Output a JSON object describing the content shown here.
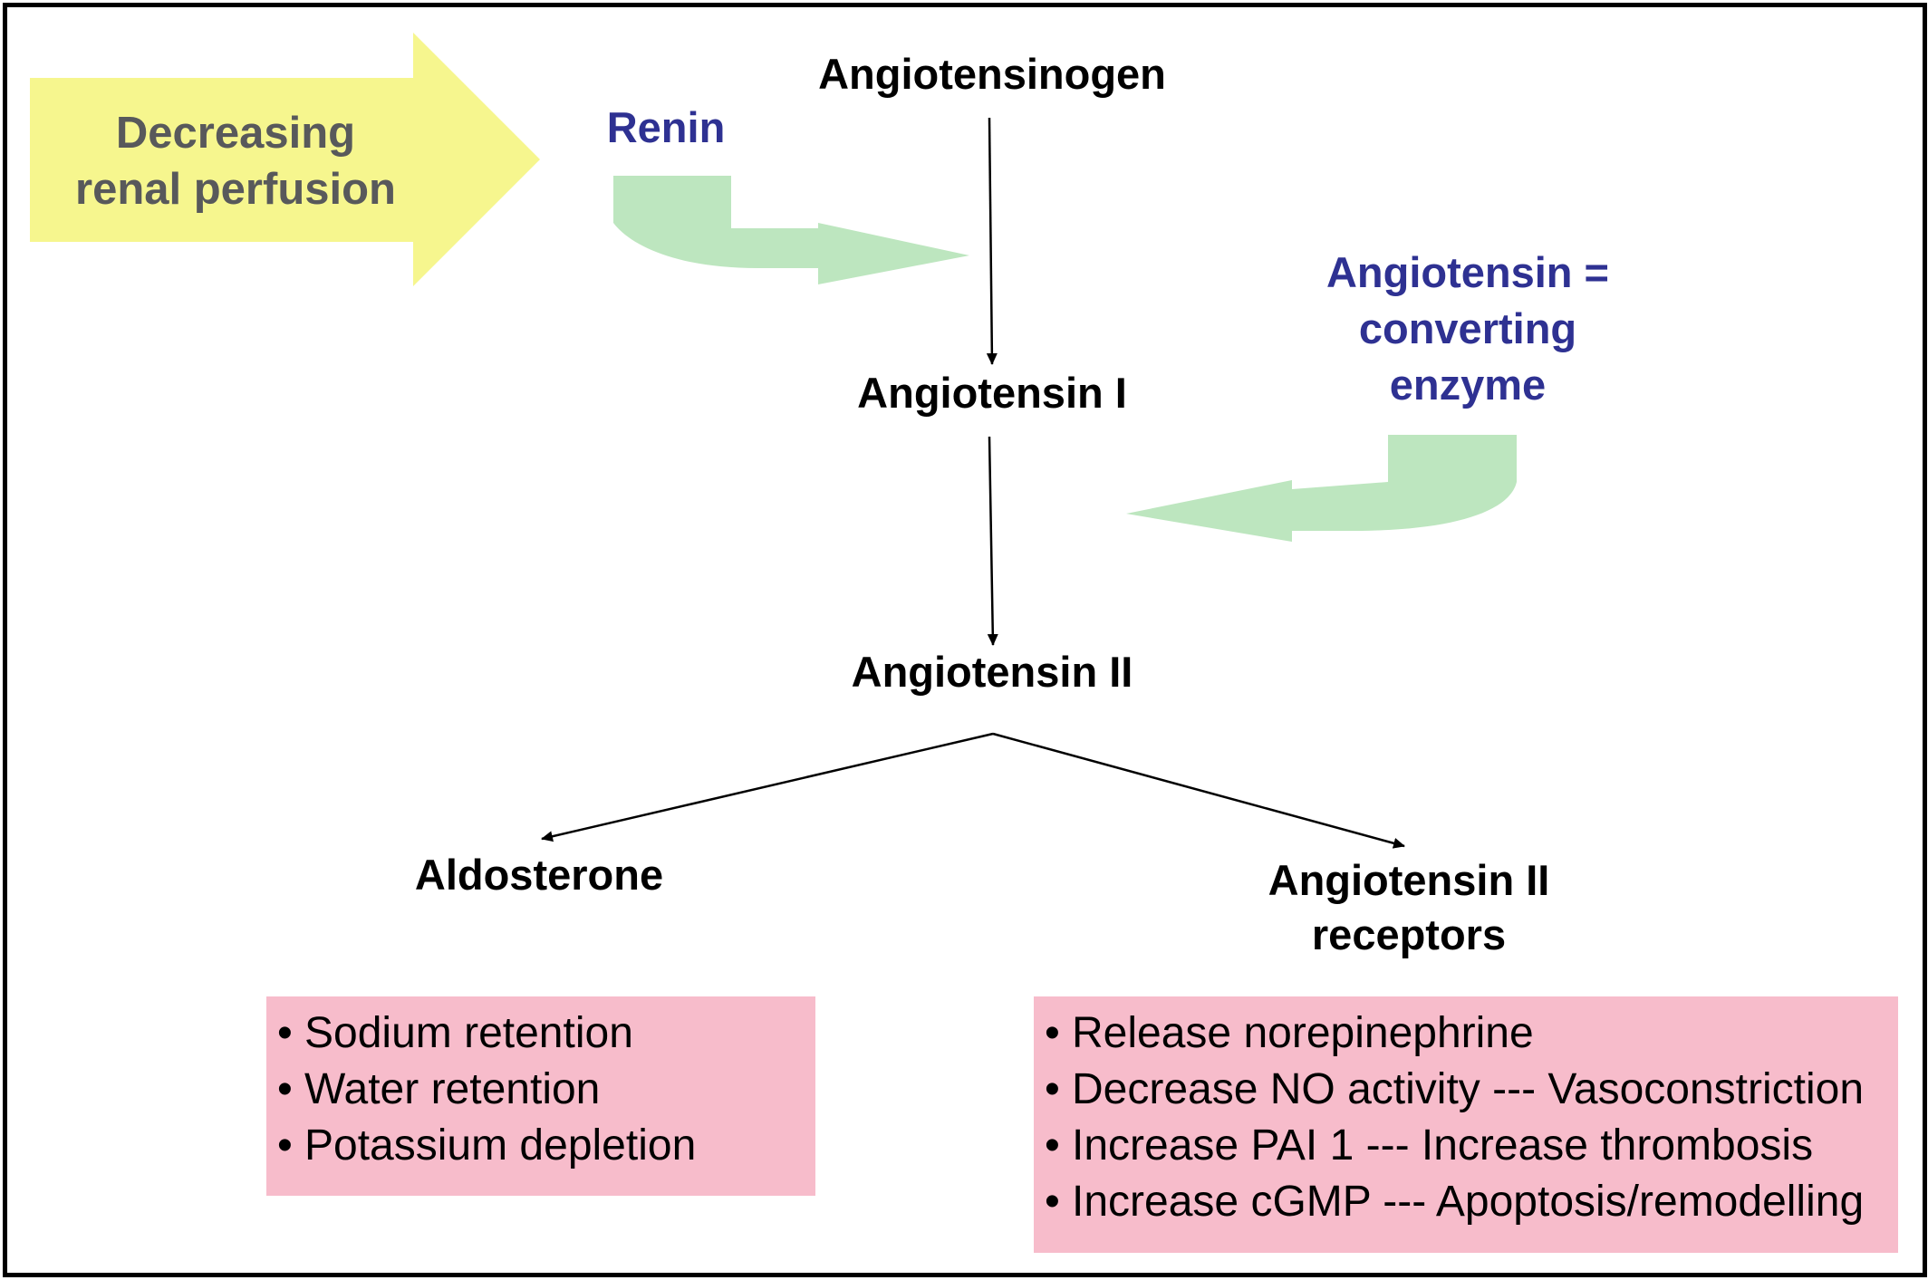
{
  "colors": {
    "yellow_arrow": "#f6f68e",
    "green_arrow": "#bde6bf",
    "pink_box": "#f7bccb",
    "enzyme_text": "#2e3192",
    "stimulus_text": "#58595b"
  },
  "stimulus": {
    "line1": "Decreasing",
    "line2": "renal perfusion"
  },
  "enzymes": {
    "renin": "Renin",
    "ace_line1": "Angiotensin =",
    "ace_line2": "converting",
    "ace_line3": "enzyme"
  },
  "nodes": {
    "angiotensinogen": "Angiotensinogen",
    "angiotensin_1": "Angiotensin I",
    "angiotensin_2": "Angiotensin II",
    "aldosterone": "Aldosterone",
    "receptors_line1": "Angiotensin II",
    "receptors_line2": "receptors"
  },
  "aldosterone_effects": [
    "Sodium retention",
    "Water retention",
    "Potassium depletion"
  ],
  "receptor_effects": [
    "Release norepinephrine",
    "Decrease NO activity --- Vasoconstriction",
    "Increase PAI 1 --- Increase thrombosis",
    "Increase cGMP --- Apoptosis/remodelling"
  ]
}
